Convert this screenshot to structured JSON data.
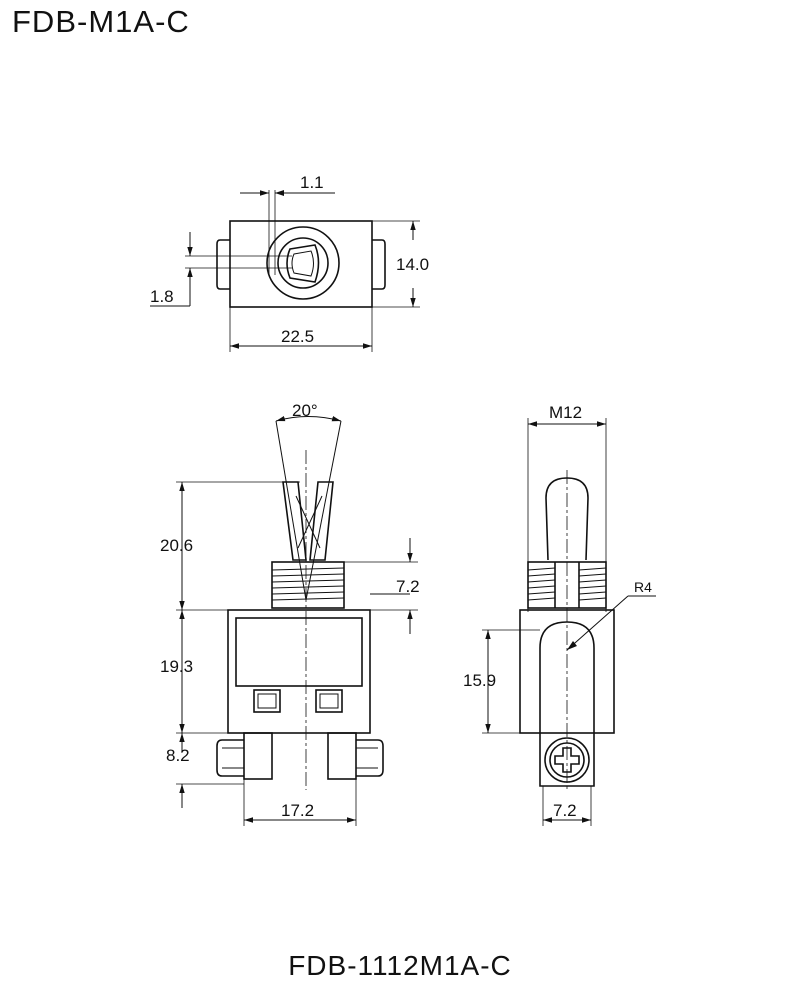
{
  "titles": {
    "model": "FDB-M1A-C",
    "part_number": "FDB-1112M1A-C"
  },
  "dimensions": {
    "top_view": {
      "offset": "1.1",
      "slot": "1.8",
      "height": "14.0",
      "width": "22.5"
    },
    "front_view": {
      "angle": "20°",
      "lever_length": "20.6",
      "bushing_height": "7.2",
      "body_height": "19.3",
      "terminal_height": "8.2",
      "terminal_spacing": "17.2"
    },
    "side_view": {
      "thread": "M12",
      "radius": "R4",
      "height": "15.9",
      "terminal_width": "7.2"
    }
  }
}
